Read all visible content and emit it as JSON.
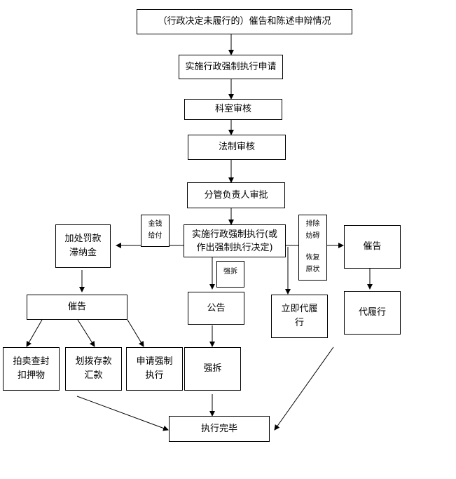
{
  "nodes": {
    "start": "（行政决定未履行的）催告和陈述申辩情况",
    "apply": "实施行政强制执行申请",
    "dept_review": "科室审核",
    "legal_review": "法制审核",
    "leader_approve": "分管负责人审批",
    "decision_line1": "实施行政强制执行(或",
    "decision_line2": "作出强制执行决定)",
    "penalty_line1": "加处罚款",
    "penalty_line2": "滞纳金",
    "urge_left": "催告",
    "auction_line1": "拍卖查封",
    "auction_line2": "扣押物",
    "transfer_line1": "划拨存款",
    "transfer_line2": "汇款",
    "court_line1": "申请强制",
    "court_line2": "执行",
    "notice": "公告",
    "demolish": "强拆",
    "immediate_line1": "立即代履",
    "immediate_line2": "行",
    "urge_right": "催告",
    "proxy": "代履行",
    "done": "执行完毕"
  },
  "labels": {
    "money_line1": "金钱",
    "money_line2": "给付",
    "demolish_tag": "强拆",
    "remove_line1": "排除",
    "remove_line2": "妨碍",
    "restore_line1": "恢复",
    "restore_line2": "原状"
  }
}
